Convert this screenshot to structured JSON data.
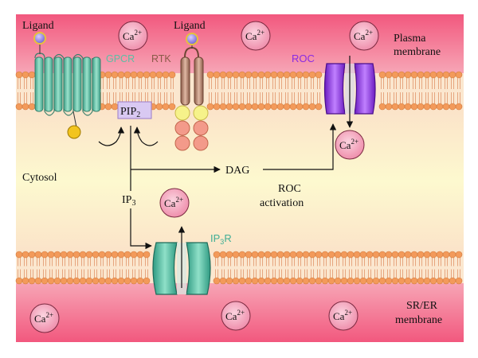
{
  "labels": {
    "ligand_1": "Ligand",
    "ligand_2": "Ligand",
    "gpcr": "GPCR",
    "rtk": "RTK",
    "roc": "ROC",
    "plasma_membrane_line1": "Plasma",
    "plasma_membrane_line2": "membrane",
    "pip2_base": "PIP",
    "pip2_sub": "2",
    "cytosol": "Cytosol",
    "dag": "DAG",
    "ip3_base": "IP",
    "ip3_sub": "3",
    "roc_activation_line1": "ROC",
    "roc_activation_line2": "activation",
    "ip3r_base": "IP",
    "ip3r_sub": "3",
    "ip3r_suffix": "R",
    "sr_er_line1": "SR/ER",
    "sr_er_line2": "membrane"
  },
  "calcium": {
    "base": "Ca",
    "charge": "2+"
  },
  "colors": {
    "extracellular": "#f0557a",
    "cytosol": "#fdf6c8",
    "lipid_head": "#f39a5a",
    "gpcr": "#5bbfa5",
    "rtk": "#b07860",
    "roc": "#8a2be2",
    "ip3r": "#3fae95",
    "ca_ion": "#f3a0b8"
  }
}
